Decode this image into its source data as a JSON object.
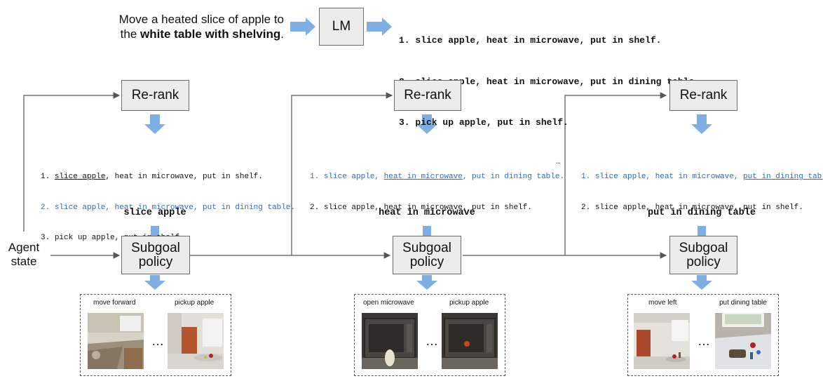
{
  "task": {
    "prefix": "Move a heated slice of apple to",
    "the": "the ",
    "bold": "white table with shelving",
    "suffix": "."
  },
  "lm_label": "LM",
  "lm_outputs": [
    "1. slice apple, heat in microwave, put in shelf.",
    "2. slice apple, heat in microwave, put in dining table.",
    "3. pick up apple, put in shelf.",
    "…"
  ],
  "agent_state": "Agent\nstate",
  "rerank_label": "Re-rank",
  "policy_label": "Subgoal\npolicy",
  "ellipsis": "…",
  "dots": "…",
  "stages": [
    {
      "ranked": [
        {
          "num": "1. ",
          "a": "slice apple",
          "b": ", heat in microwave, put in shelf."
        },
        {
          "num": "2. ",
          "a": "slice apple",
          "b": ", heat in microwave, put in dining table."
        },
        {
          "num": "3. ",
          "a": "pick up apple",
          "b": ", put in shelf."
        }
      ],
      "subgoal": "slice apple",
      "actions": [
        "move forward",
        "pickup apple"
      ]
    },
    {
      "ranked": [
        {
          "num": "1. ",
          "a": "slice apple, ",
          "b": "heat in microwave",
          "c": ", put in dining table."
        },
        {
          "num": "2. ",
          "a": "slice apple, heat in microwave, put in shelf.",
          "b": "",
          "c": ""
        }
      ],
      "subgoal": "heat in microwave",
      "actions": [
        "open microwave",
        "pickup apple"
      ]
    },
    {
      "ranked": [
        {
          "num": "1. ",
          "a": "slice apple, heat in microwave, ",
          "b": "put in dining table",
          "c": "."
        },
        {
          "num": "2. ",
          "a": "slice apple, heat in microwave, put in shelf.",
          "b": "",
          "c": ""
        }
      ],
      "subgoal": "put in dining table",
      "actions": [
        "move left",
        "put dining table"
      ]
    }
  ],
  "colors": {
    "highlight": "#2d6cc2",
    "arrow_blue": "#7eaee3",
    "box_fill": "#ececec",
    "line": "#555555"
  }
}
